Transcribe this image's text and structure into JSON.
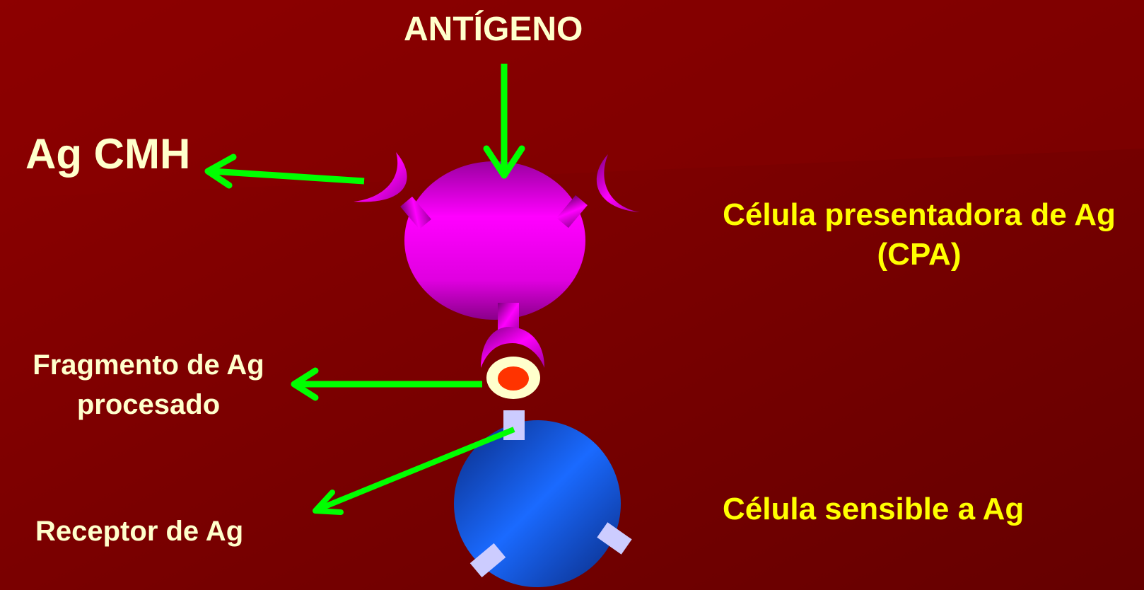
{
  "labels": {
    "antigen": "ANTÍGENO",
    "mhc_antigen": "Ag CMH",
    "processed_fragment_line1": "Fragmento de Ag",
    "processed_fragment_line2": "procesado",
    "receptor": "Receptor de Ag",
    "apc_line1": "Célula presentadora de Ag",
    "apc_line2": "(CPA)",
    "sensitive_cell": "Célula sensible a Ag"
  },
  "colors": {
    "background": "#6e0000",
    "background_highlight": "#8a0000",
    "label_text": "#ffffcc",
    "highlight_text": "#ffff00",
    "arrow": "#00ff00",
    "apc_cell": "#ff00ff",
    "mhc_molecule": "#c000c0",
    "antigen_fragment": "#ff3300",
    "fragment_ring": "#ffffcc",
    "sensitive_cell": "#0055dd",
    "receptor": "#ccccff"
  },
  "icons": {
    "apc": "apc-cell-icon",
    "sensitive": "sensitive-cell-icon",
    "receptor": "receptor-icon",
    "mhc": "mhc-molecule-icon",
    "fragment": "antigen-fragment-icon"
  }
}
